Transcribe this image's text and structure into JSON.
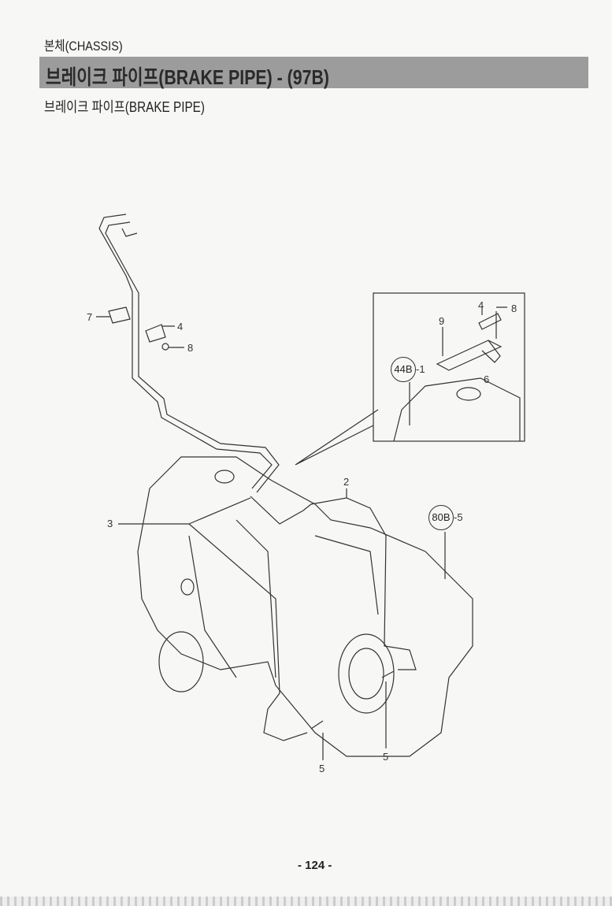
{
  "header": {
    "section": "본체(CHASSIS)",
    "title": "브레이크 파이프(BRAKE PIPE) - (97B)",
    "subtitle": "브레이크 파이프(BRAKE PIPE)"
  },
  "callouts": {
    "upper": {
      "c7": "7",
      "c4": "4",
      "c8": "8"
    },
    "inset": {
      "c9": "9",
      "c4": "4",
      "c8": "8",
      "c44b": "44B",
      "c44b_suffix": "-1",
      "c6": "6"
    },
    "main": {
      "c2": "2",
      "c3": "3",
      "c80b": "80B",
      "c80b_suffix": "-5",
      "c5a": "5",
      "c5b": "5"
    }
  },
  "footer": {
    "page": "- 124 -"
  }
}
